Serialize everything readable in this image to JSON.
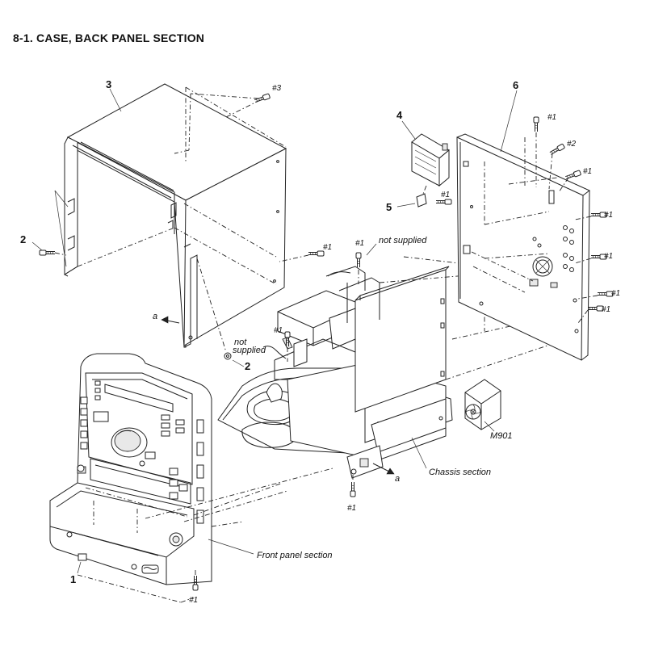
{
  "title": "8-1. CASE, BACK PANEL SECTION",
  "part_numbers": [
    "1",
    "2",
    "2",
    "3",
    "4",
    "5",
    "6"
  ],
  "screw_labels": {
    "s3": "#3",
    "s2": "#2",
    "s1_right_top": "#1",
    "s1_right_a": "#1",
    "s1_right_b": "#1",
    "s1_right_c": "#1",
    "s1_right_d": "#1",
    "s1_right_e": "#1",
    "s1_case": "#1",
    "s1_mid_top": "#1",
    "s1_mid": "#1",
    "s1_chassis": "#1",
    "s1_front": "#1"
  },
  "labels": {
    "not_supplied_1": "not supplied",
    "not_supplied_2a": "not",
    "not_supplied_2b": "supplied",
    "ref_a_left": "a",
    "ref_a_right": "a",
    "m901": "M901",
    "chassis_section": "Chassis section",
    "front_panel_section": "Front panel section"
  }
}
